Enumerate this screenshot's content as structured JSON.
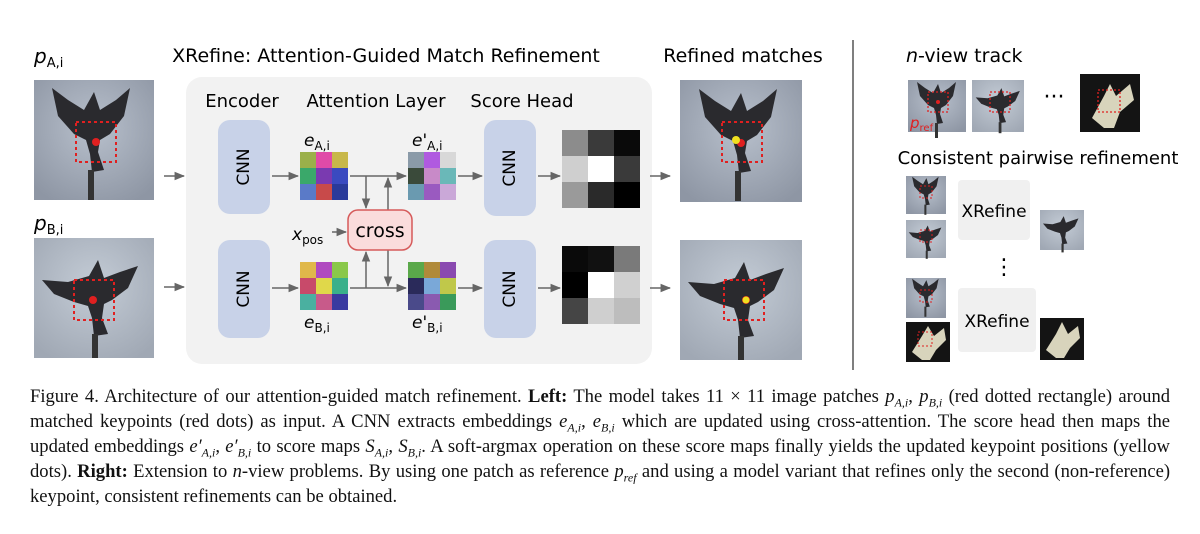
{
  "figure": {
    "title": "XRefine: Attention-Guided Match Refinement",
    "refined_title": "Refined matches",
    "patch_a_label": "p",
    "patch_a_sub": "A,i",
    "patch_b_label": "p",
    "patch_b_sub": "B,i",
    "encoder_label": "Encoder",
    "attention_label": "Attention Layer",
    "score_head_label": "Score Head",
    "cnn_label": "CNN",
    "e_a_label": "e",
    "e_a_sub": "A,i",
    "e_b_label": "e",
    "e_b_sub": "B,i",
    "e_a_prime_label": "e'",
    "e_a_prime_sub": "A,i",
    "e_b_prime_label": "e'",
    "e_b_prime_sub": "B,i",
    "xpos_label": "x",
    "xpos_sub": "pos",
    "cross_label": "cross",
    "nview_prefix": "n",
    "nview_suffix": "-view track",
    "pref_label": "p",
    "pref_sub": "ref",
    "ellipsis": "···",
    "consistent_title": "Consistent pairwise refinement",
    "xrefine_label": "XRefine",
    "vdots": "⋮",
    "colors": {
      "panel": "#f2f2f2",
      "cnn": "#c8d2e8",
      "cross_fill": "#fadcdc",
      "cross_stroke": "#d65a5a",
      "keypoint": "#e02020",
      "refined": "#f0e020",
      "box": "#e02020"
    }
  },
  "caption": {
    "fig_label": "Figure 4.",
    "p1": "Architecture of our attention-guided match refinement.",
    "left_label": "Left:",
    "p2": "The model takes 11 × 11 image patches",
    "m_pa": "p",
    "m_pa_sub": "A,i",
    "m_pb": "p",
    "m_pb_sub": "B,i",
    "p3": "(red dotted rectangle) around matched keypoints (red dots) as input. A CNN extracts embeddings",
    "m_ea": "e",
    "m_ea_sub": "A,i",
    "m_eb": "e",
    "m_eb_sub": "B,i",
    "p4": "which are updated using cross-attention. The score head then maps the updated embeddings",
    "m_eap": "e′",
    "m_eap_sub": "A,i",
    "m_ebp": "e′",
    "m_ebp_sub": "B,i",
    "p5": "to score maps",
    "m_sa": "S",
    "m_sa_sub": "A,i",
    "m_sb": "S",
    "m_sb_sub": "B,i",
    "p6": ". A soft-argmax operation on these score maps finally yields the updated keypoint positions (yellow dots).",
    "right_label": "Right:",
    "p7": "Extension to",
    "m_n": "n",
    "p8": "-view problems. By using one patch as reference",
    "m_pref": "p",
    "m_pref_sub": "ref",
    "p9": "and using a model variant that refines only the second (non-reference) keypoint, consistent refinements can be obtained."
  }
}
